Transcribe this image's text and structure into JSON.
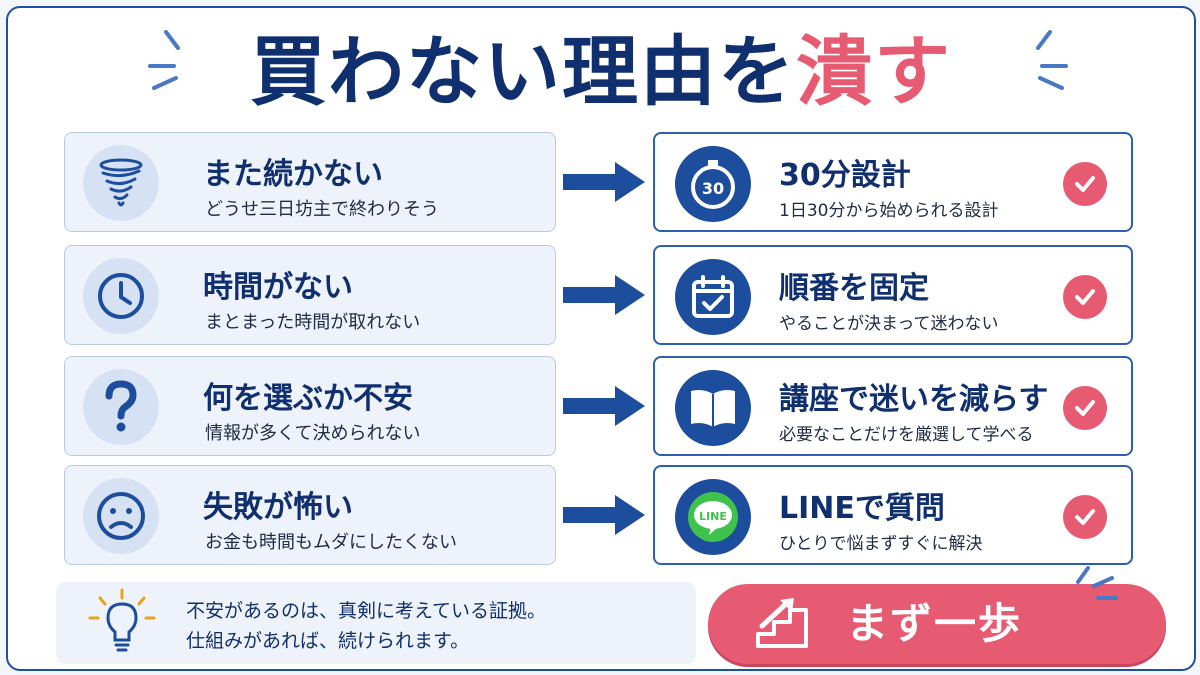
{
  "title": {
    "main": "買わない理由を",
    "accent": "潰す"
  },
  "colors": {
    "navy": "#0f2f6e",
    "blue": "#1d4e9e",
    "accent": "#e65a72",
    "light": "#eef3fb"
  },
  "rows": [
    {
      "problem": {
        "title": "また続かない",
        "sub": "どうせ三日坊主で終わりそう",
        "icon": "tornado-icon"
      },
      "solution": {
        "title": "30分設計",
        "sub": "1日30分から始められる設計",
        "icon": "stopwatch-icon",
        "icon_text": "30"
      }
    },
    {
      "problem": {
        "title": "時間がない",
        "sub": "まとまった時間が取れない",
        "icon": "clock-icon"
      },
      "solution": {
        "title": "順番を固定",
        "sub": "やることが決まって迷わない",
        "icon": "calendar-check-icon"
      }
    },
    {
      "problem": {
        "title": "何を選ぶか不安",
        "sub": "情報が多くて決められない",
        "icon": "question-icon"
      },
      "solution": {
        "title": "講座で迷いを減らす",
        "sub": "必要なことだけを厳選して学べる",
        "icon": "book-icon"
      }
    },
    {
      "problem": {
        "title": "失敗が怖い",
        "sub": "お金も時間もムダにしたくない",
        "icon": "sad-face-icon"
      },
      "solution": {
        "title": "LINEで質問",
        "sub": "ひとりで悩まずすぐに解決",
        "icon": "line-logo-icon",
        "icon_text": "LINE"
      }
    }
  ],
  "note": {
    "line1": "不安があるのは、真剣に考えている証拠。",
    "line2": "仕組みがあれば、続けられます。"
  },
  "cta": {
    "label": "まず一歩"
  }
}
